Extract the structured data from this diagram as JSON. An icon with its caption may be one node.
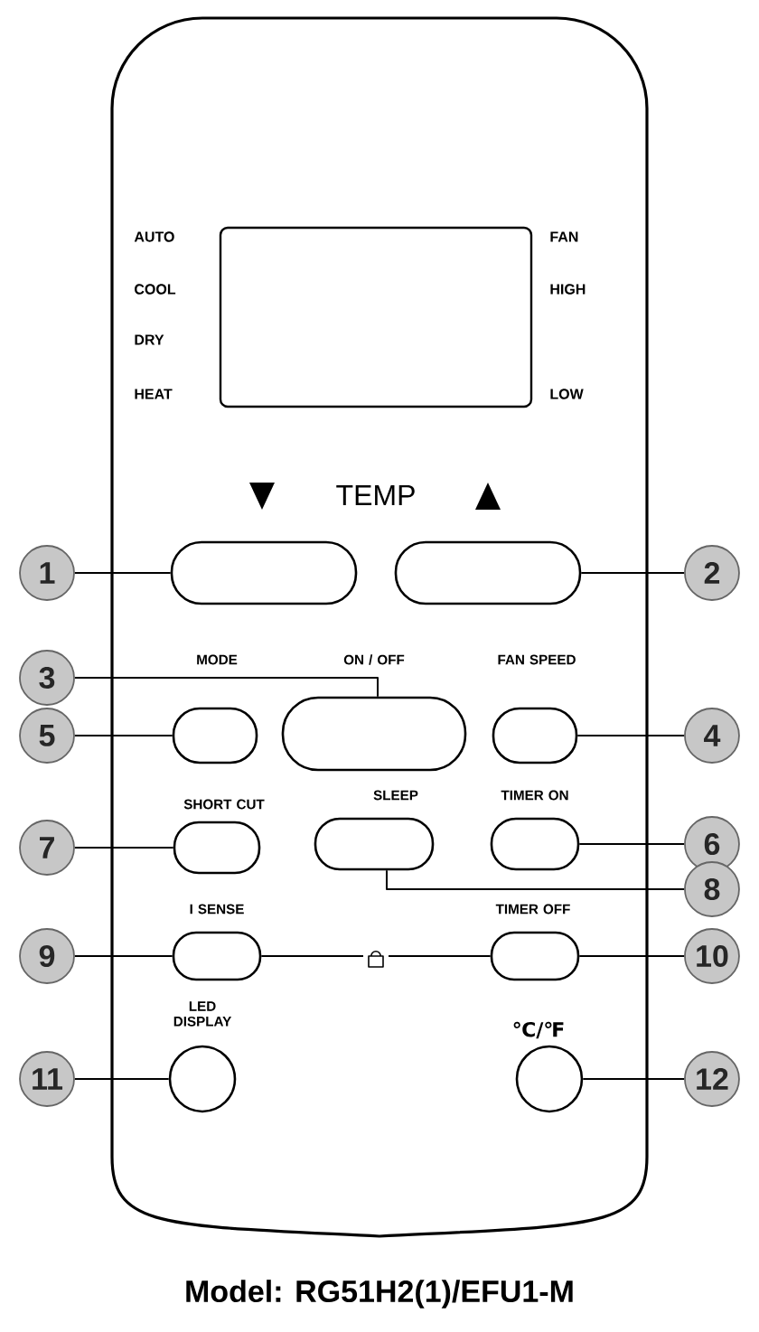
{
  "diagram": {
    "caption": "Model: RG51H2(1)/EFU1-M",
    "nodes": [
      {
        "text": [],
        "shape": "box"
      },
      {
        "text": [],
        "shape": "box"
      },
      {
        "text": [
          "MODE"
        ]
      },
      {
        "text": [
          "ON / OFF"
        ]
      },
      {
        "text": [
          "FAN SPEED"
        ]
      },
      {
        "text": [
          "SHORT CUT"
        ]
      },
      {
        "text": [
          "SLEEP"
        ]
      },
      {
        "text": [
          "TIMER ON"
        ]
      },
      {
        "text": [
          "I SENSE"
        ]
      },
      {
        "text": [
          "TIMER OFF"
        ]
      },
      {
        "text": [
          "LED DISPLAY"
        ]
      },
      {
        "text": [
          "℃/℉"
        ]
      },
      {
        "text": [
          "1"
        ]
      },
      {
        "text": [
          "2"
        ]
      },
      {
        "text": [
          "3"
        ]
      },
      {
        "text": [
          "4"
        ]
      },
      {
        "text": [
          "5"
        ]
      },
      {
        "text": [
          "6"
        ]
      },
      {
        "text": [
          "7"
        ]
      },
      {
        "text": [
          "8"
        ]
      },
      {
        "text": [
          "9"
        ]
      },
      {
        "text": [
          "10"
        ]
      },
      {
        "text": [
          "11"
        ]
      },
      {
        "text": [
          "12"
        ]
      }
    ],
    "edges": [
      {
        "from": 12,
        "to": 0,
        "arrow": "none"
      },
      {
        "from": 13,
        "to": 1,
        "arrow": "none"
      },
      {
        "from": 14,
        "to": 3,
        "arrow": "none"
      },
      {
        "from": 15,
        "to": 4,
        "arrow": "none"
      },
      {
        "from": 16,
        "to": 2,
        "arrow": "none"
      },
      {
        "from": 17,
        "to": 7,
        "arrow": "none"
      },
      {
        "from": 18,
        "to": 5,
        "arrow": "none"
      },
      {
        "from": 19,
        "to": 6,
        "arrow": "none"
      },
      {
        "from": 20,
        "to": 8,
        "arrow": "none"
      },
      {
        "from": 21,
        "to": 9,
        "arrow": "none"
      },
      {
        "from": 22,
        "to": 10,
        "arrow": "none"
      },
      {
        "from": 23,
        "to": 11,
        "arrow": "none"
      },
      {
        "from": 8,
        "to": 9,
        "arrow": "none"
      }
    ],
    "labels": [
      "AUTO",
      "FAN",
      "COOL",
      "HIGH",
      "DRY",
      "HEAT",
      "LOW",
      "TEMP"
    ]
  }
}
